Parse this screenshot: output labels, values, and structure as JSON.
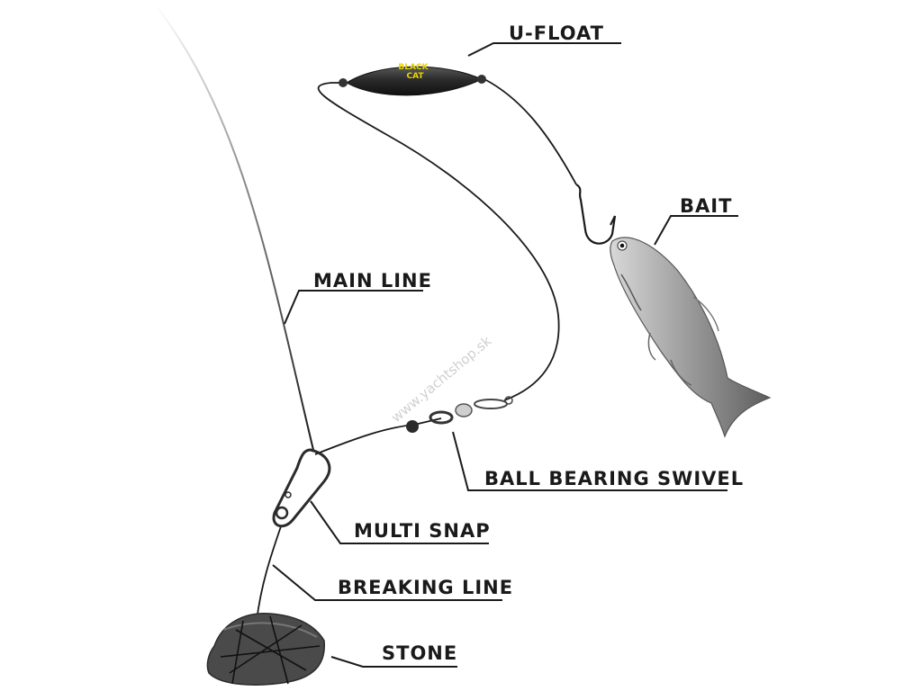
{
  "labels": {
    "u_float": "U-FLOAT",
    "bait": "BAIT",
    "main_line": "MAIN LINE",
    "ball_bearing_swivel": "BALL BEARING SWIVEL",
    "multi_snap": "MULTI SNAP",
    "breaking_line": "BREAKING LINE",
    "stone": "STONE"
  },
  "float_logo": {
    "line1": "BLACK",
    "line2": "CAT"
  },
  "watermark": "www.yachtshop.sk",
  "colors": {
    "line": "#1a1a1a",
    "float_body": "#2b2b2b",
    "logo": "#e8d400",
    "fish_body": "#9a9a9a",
    "stone": "#4a4a4a"
  },
  "icons": {
    "float": "u-float-icon",
    "fish": "fish-icon",
    "hook": "hook-icon",
    "swivel": "swivel-icon",
    "snap": "snap-icon",
    "stone": "stone-icon"
  }
}
